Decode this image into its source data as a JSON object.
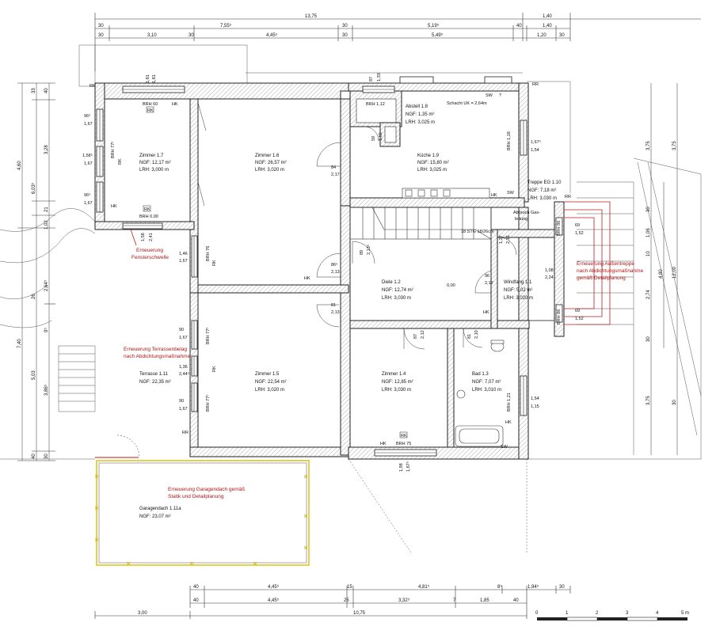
{
  "rooms": {
    "zimmer_1_7": {
      "name": "Zimmer 1.7",
      "ngf": "NGF: 12,17 m²",
      "lrh": "LRH: 3,000 m"
    },
    "zimmer_1_6": {
      "name": "Zimmer 1.6",
      "ngf": "NGF: 26,57 m²",
      "lrh": "LRH: 3,020 m"
    },
    "abstell_1_8": {
      "name": "Abstell 1.8",
      "ngf": "NGF: 1,35 m²",
      "lrh": "LRH: 3,025 m"
    },
    "kueche_1_9": {
      "name": "Küche 1.9",
      "ngf": "NGF: 15,80 m²",
      "lrh": "LRH: 3,025 m"
    },
    "treppe_eg": {
      "name": "Treppe EG 1.10",
      "ngf": "NGF: 7,18 m²",
      "lrh": "LRH: 3,030 m"
    },
    "diele_1_2": {
      "name": "Diele 1.2",
      "ngf": "NGF: 12,74 m²",
      "lrh": "LRH: 3,030 m"
    },
    "windfang_1_1": {
      "name": "Windfang 1.1",
      "ngf": "NGF: 5,02 m²",
      "lrh": "LRH: 3,020 m"
    },
    "zimmer_1_5": {
      "name": "Zimmer 1.5",
      "ngf": "NGF: 22,54 m²",
      "lrh": "LRH: 3,020 m"
    },
    "zimmer_1_4": {
      "name": "Zimmer 1.4",
      "ngf": "NGF: 12,85 m²",
      "lrh": "LRH: 3,030 m"
    },
    "bad_1_3": {
      "name": "Bad 1.3",
      "ngf": "NGF: 7,07 m²",
      "lrh": "LRH: 3,010 m"
    },
    "terrasse_1_11": {
      "name": "Terrasse 1.11",
      "ngf": "NGF: 22,35 m²"
    },
    "garagendach": {
      "name": "Garagendach 1.11a",
      "ngf": "NGF: 23,07 m²"
    }
  },
  "notes": {
    "fensterschwelle": [
      "Erneuerung",
      "Fensterschwelle"
    ],
    "terrassenbelag": [
      "Erneuerung Terrassenbelag",
      "nach Abdichtungsmaßnahme"
    ],
    "aussentreppe": [
      "Erneuerung Außentreppe",
      "nach Abdichtungsmaßnahme",
      "gemäß Detailplanung"
    ],
    "garagendach": [
      "Erneuerung Garagendach gemäß",
      "Statik und Detailplanung"
    ]
  },
  "labels": {
    "schacht": "Schacht UK = 2,64m",
    "stg": "18 STG 18/26cm",
    "abbruch": [
      "Abbruch Gas-",
      "leitung"
    ],
    "elev": "0,00",
    "brh_60": "BRH 60",
    "brh_0": "BRH 0,00",
    "brh_112": "BRH 1,12",
    "brh_75": "BRH 75",
    "brh_76": "BRH 76",
    "brh_77a": "BRH 77⁵",
    "brh_77b": "BRH 77⁵",
    "brh_77c": "BRH 77⁵",
    "brh_118": "BRH 1,18",
    "brh_121": "BRH 1,21",
    "brh_86a": "BRH 86",
    "brh_86b": "BRH 86",
    "hk": "HK",
    "rk": "RK",
    "sw": "SW",
    "rr": "RR",
    "q": "?"
  },
  "dims_top": {
    "row1": [
      "13,75",
      "1,40"
    ],
    "row2": [
      "30",
      "7,55⁵",
      "30",
      "5,19⁵",
      "40",
      "1,40"
    ],
    "row3": [
      "30",
      "3,10",
      "30",
      "4,45⁵",
      "30",
      "5,49⁵",
      "1,20",
      "30"
    ]
  },
  "dims_bottom": {
    "row1": [
      "40",
      "4,45⁵",
      "15",
      "4,81⁵",
      "8⁵",
      "1,94⁵",
      "30"
    ],
    "row2": [
      "40",
      "4,45⁵",
      "25",
      "3,32⁵",
      "7",
      "1,85",
      "40"
    ],
    "row3": [
      "3,00",
      "10,75"
    ]
  },
  "dims_left": {
    "outer": [
      "4,60",
      "7,40"
    ],
    "mid": [
      "3,28",
      "1,02",
      "2,64⁵",
      "5,03"
    ],
    "inner": [
      "33",
      "40",
      "6,03⁵",
      "21",
      "26",
      "9⁵",
      "3,86⁵",
      "40",
      "30"
    ]
  },
  "dims_right": {
    "a": [
      "3,75",
      "3,75",
      "30",
      "1,06",
      "10",
      "2,74",
      "30",
      "3,75",
      "30"
    ],
    "b": [
      "4,80",
      "12,00"
    ]
  },
  "openings": {
    "o1": [
      "1,81",
      "1,81"
    ],
    "o2": [
      "87",
      "1,33"
    ],
    "o3": [
      "96⁵",
      "1,67"
    ],
    "o4": [
      "1,58⁵",
      "1,67"
    ],
    "o5": [
      "96⁵",
      "1,67"
    ],
    "o6": [
      "1,58",
      "2,41"
    ],
    "o7": [
      "1,46",
      "1,67"
    ],
    "o8": [
      "84",
      "2,17"
    ],
    "o9": [
      "86⁵",
      "2,13"
    ],
    "o10": [
      "81",
      "2,13"
    ],
    "o11": [
      "89",
      "2,13⁵"
    ],
    "o12": [
      "59",
      "1,65"
    ],
    "o13": [
      "1,27",
      "2,16"
    ],
    "o14": [
      "96",
      "2,12"
    ],
    "o15": [
      "1,08",
      "2,24"
    ],
    "o16": [
      "69",
      "1,52"
    ],
    "o17": [
      "69",
      "1,52"
    ],
    "o18": [
      "87",
      "2,12"
    ],
    "o19": [
      "81",
      "2,10"
    ],
    "o20": [
      "1,67⁵",
      "1,54"
    ],
    "o21": [
      "90",
      "1,67"
    ],
    "o22": [
      "1,36",
      "2,44⁵"
    ],
    "o23": [
      "90",
      "1,67"
    ],
    "o24": [
      "1,54",
      "1,15"
    ],
    "o25": [
      "1,98",
      "1,67⁵"
    ]
  },
  "scale": {
    "ticks": [
      "0",
      "1",
      "2",
      "3",
      "4"
    ],
    "last": "5 m"
  }
}
